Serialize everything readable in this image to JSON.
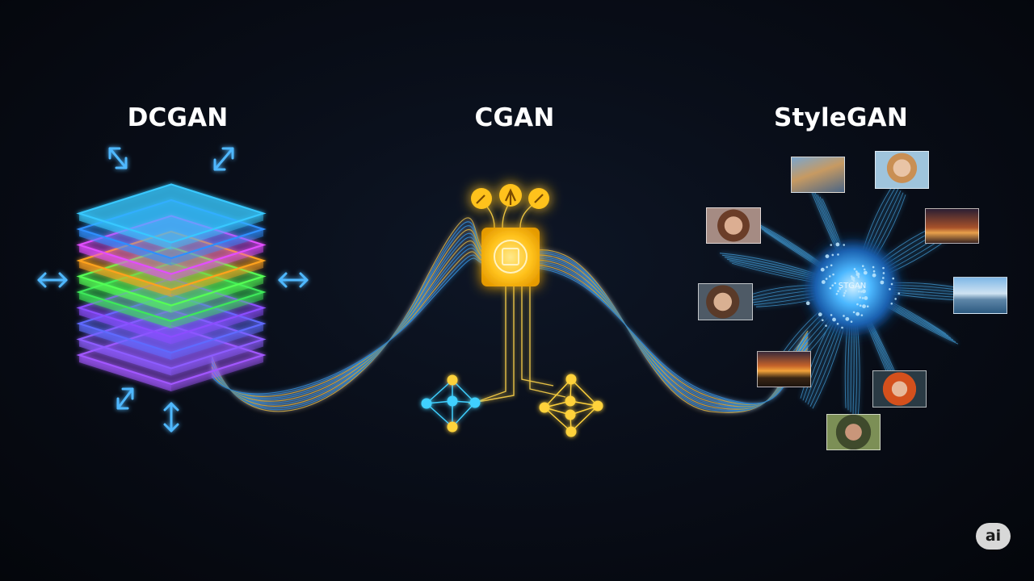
{
  "titles": {
    "dcgan": "DCGAN",
    "cgan": "CGAN",
    "stylegan": "StyleGAN"
  },
  "stylegan_core_label": "STGAN",
  "badge": "ai",
  "colors": {
    "background": "#070b14",
    "cyan": "#35c8ff",
    "magenta": "#e04dff",
    "orange": "#ffb020",
    "green": "#4dff4d",
    "purple": "#a052ff",
    "gold": "#ffd02a",
    "arrow": "#4fb8ff"
  },
  "dcgan_layer_colors": [
    "#a257ff",
    "#8d5cff",
    "#5f6bff",
    "#8b4dff",
    "#3ee85a",
    "#55ff55",
    "#ffa21d",
    "#e24dff",
    "#2f8fff",
    "#37c8ff"
  ],
  "icons": [
    "expand-arrow-icon",
    "chip-icon",
    "up-arrow-icon",
    "network-node-icon"
  ]
}
